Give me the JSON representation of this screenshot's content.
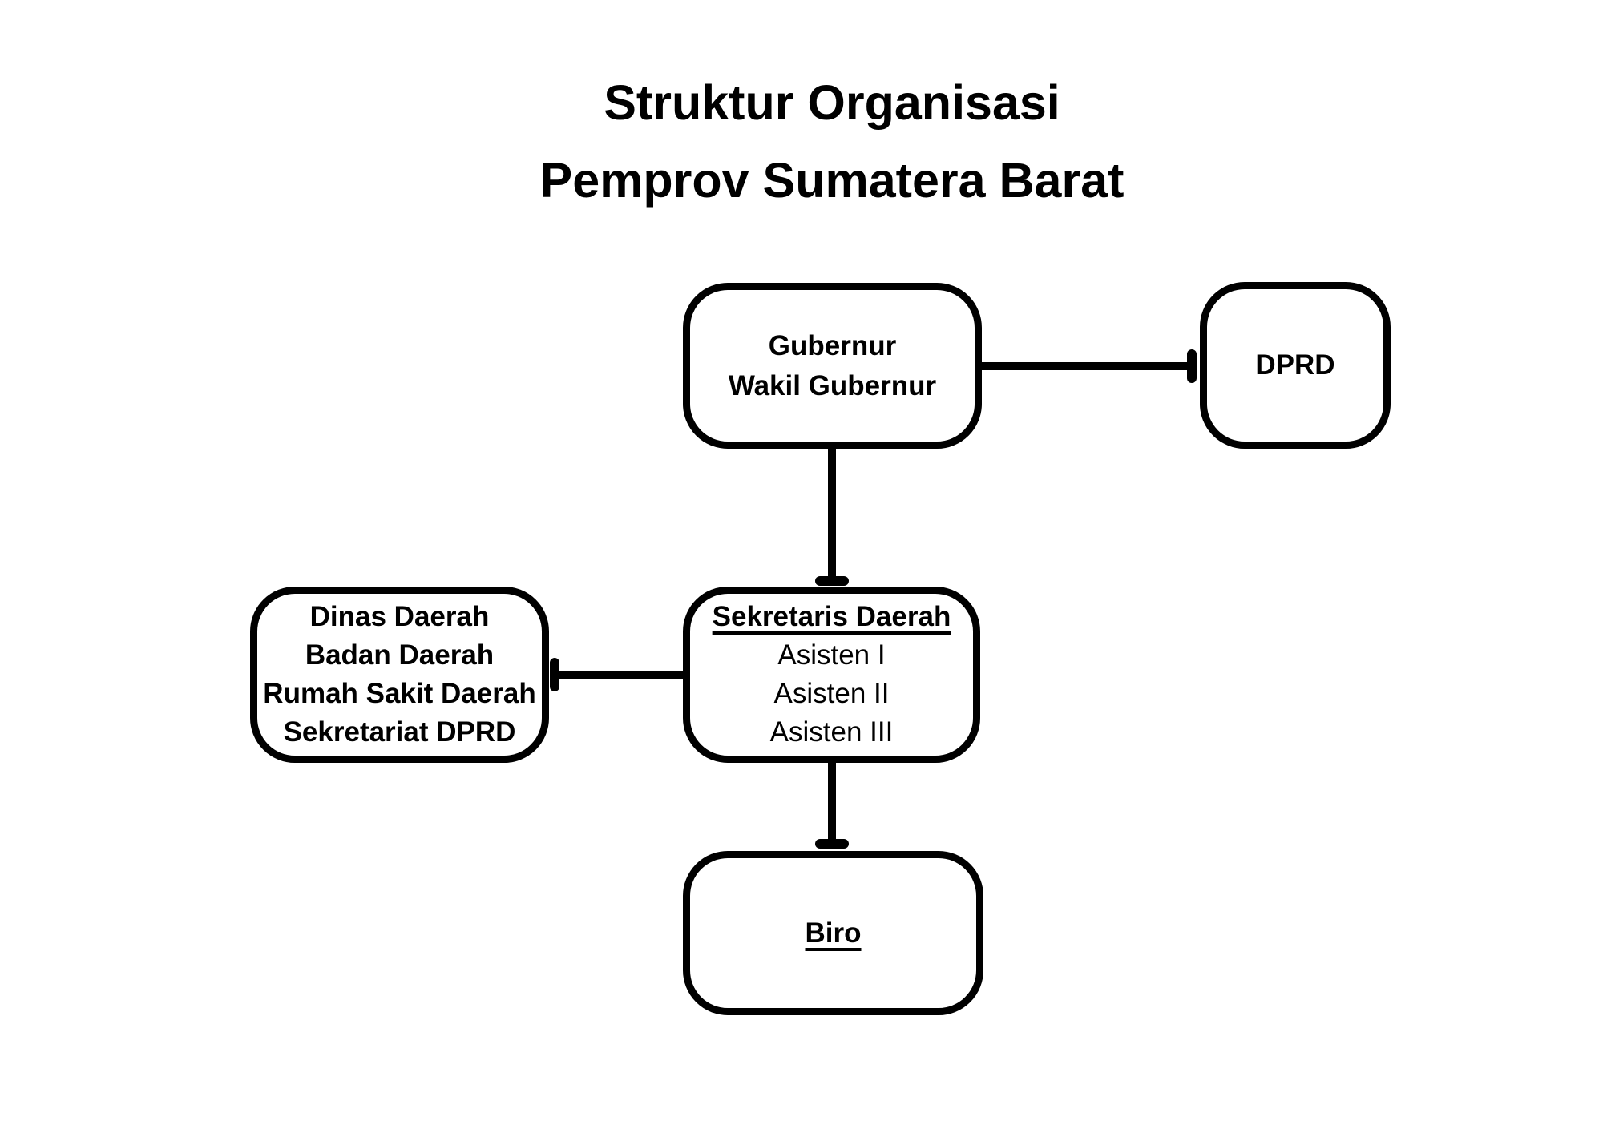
{
  "page": {
    "background_color": "#ffffff",
    "ink_color": "#000000"
  },
  "title": {
    "line1": "Struktur Organisasi",
    "line2": "Pemprov Sumatera Barat"
  },
  "nodes": {
    "gubernur": {
      "lines": [
        "Gubernur",
        "Wakil Gubernur"
      ]
    },
    "dprd": {
      "label": "DPRD"
    },
    "sekretaris_daerah": {
      "heading": "Sekretaris Daerah",
      "items": [
        "Asisten I",
        "Asisten II",
        "Asisten III"
      ]
    },
    "perangkat_daerah": {
      "lines": [
        "Dinas Daerah",
        "Badan Daerah",
        "Rumah Sakit Daerah",
        "Sekretariat DPRD"
      ]
    },
    "biro": {
      "heading": "Biro"
    }
  },
  "edges": [
    {
      "from": "gubernur",
      "to": "dprd"
    },
    {
      "from": "gubernur",
      "to": "sekretaris_daerah"
    },
    {
      "from": "sekretaris_daerah",
      "to": "perangkat_daerah"
    },
    {
      "from": "sekretaris_daerah",
      "to": "biro"
    }
  ]
}
